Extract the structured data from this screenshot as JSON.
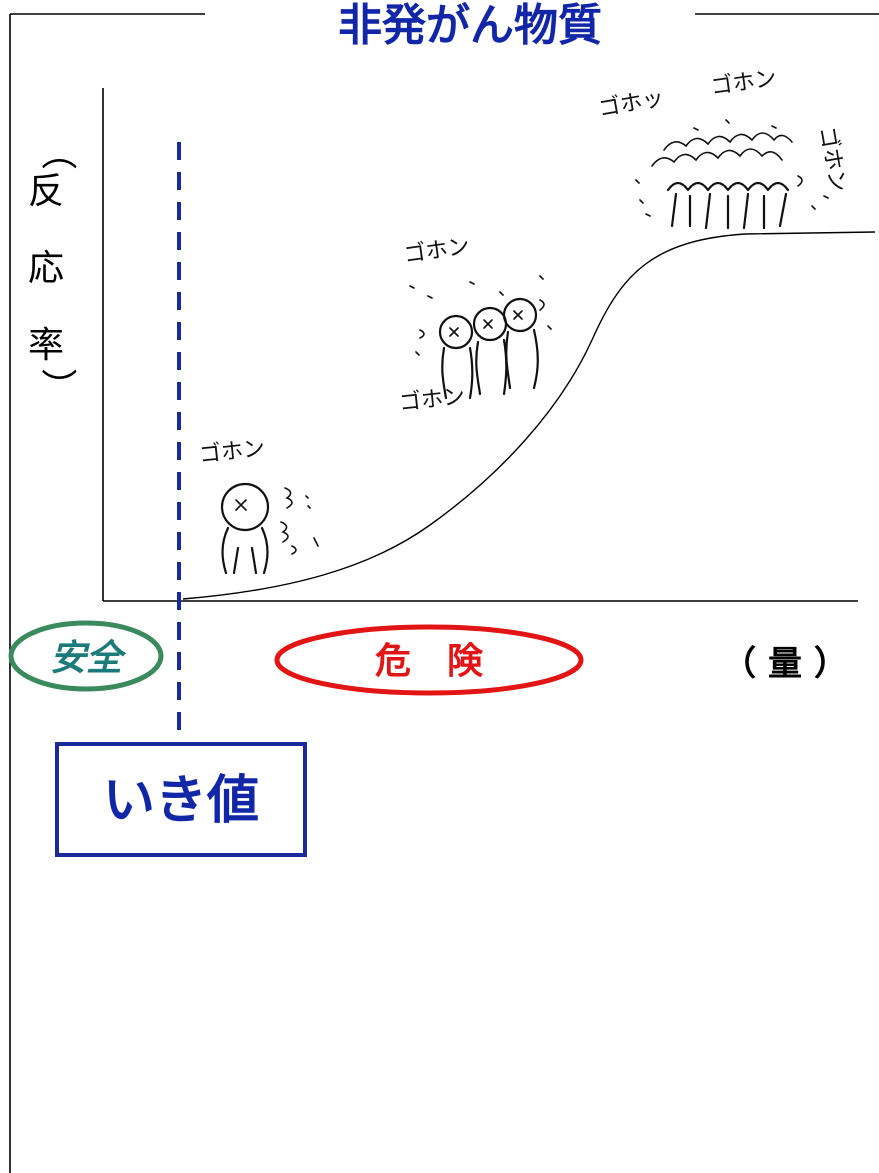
{
  "title": "非発がん物質",
  "y_axis": {
    "open_paren": "（",
    "chars": [
      "反",
      "応",
      "率"
    ],
    "close_paren": "）"
  },
  "x_axis_label": "（ 量 ）",
  "zones": {
    "safe": "安全",
    "danger": "危　険"
  },
  "threshold_label": "いき値",
  "cough_sound": "ゴホン",
  "cough_sound_variant": "ゴホッ",
  "colors": {
    "title": "#1226a8",
    "threshold": "#1a2a9c",
    "safe_ring": "#3b8a5e",
    "safe_text": "#1c7a7a",
    "danger": "#e21414"
  }
}
